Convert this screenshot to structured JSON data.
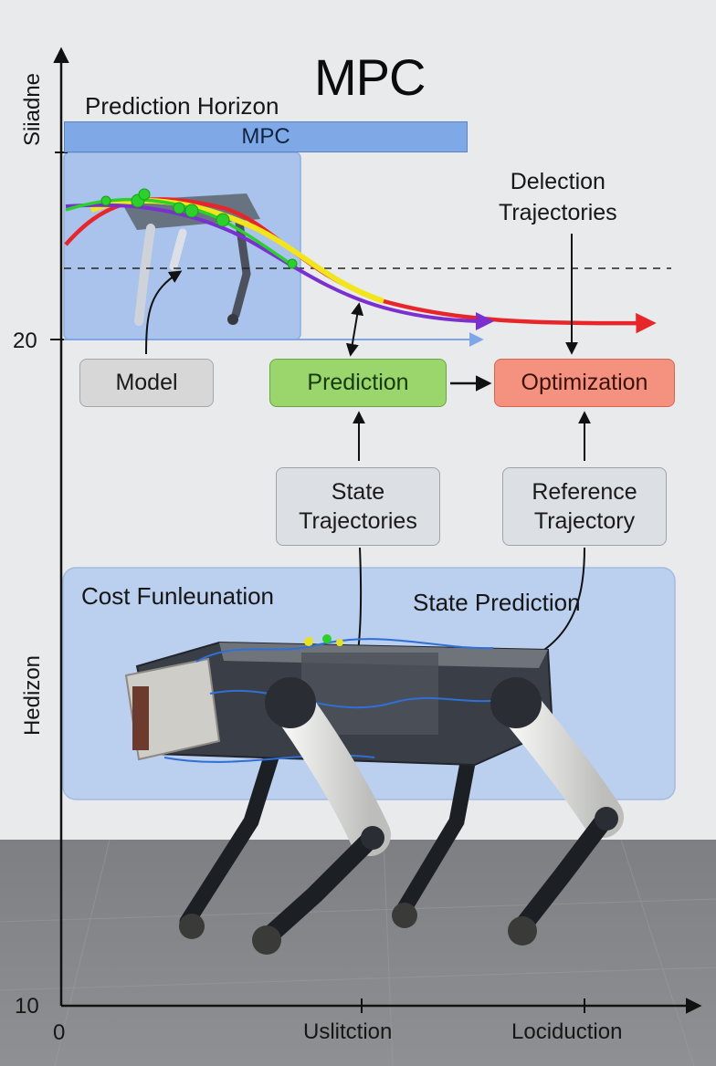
{
  "title": "MPC",
  "horizon_label": "Prediction Horizon",
  "mpc_bar_label": "MPC",
  "y_axis_top_label": "Siiadne",
  "y_axis_bottom_label": "Hedizon",
  "y_ticks": [
    "20",
    "10"
  ],
  "x_ticks": [
    "0",
    "Uslitction",
    "Lociduction"
  ],
  "annotation_top_right": [
    "Delection",
    "Trajectories"
  ],
  "boxes": {
    "model": "Model",
    "prediction": "Prediction",
    "optimization": "Optimization",
    "state_trajectories": [
      "State",
      "Trajectories"
    ],
    "reference_trajectory": [
      "Reference",
      "Trajectory"
    ]
  },
  "lower_panel": {
    "cost_label": "Cost Funleunation",
    "state_prediction_label": "State Prediction"
  },
  "colors": {
    "trajectory_red": "#e8262a",
    "trajectory_yellow": "#f2e51a",
    "trajectory_purple": "#7b2fd0",
    "trajectory_green": "#2bd12b",
    "prediction_box": "#9ad66b",
    "optimization_box": "#f5927f",
    "panel_blue": "#b7cdef"
  }
}
